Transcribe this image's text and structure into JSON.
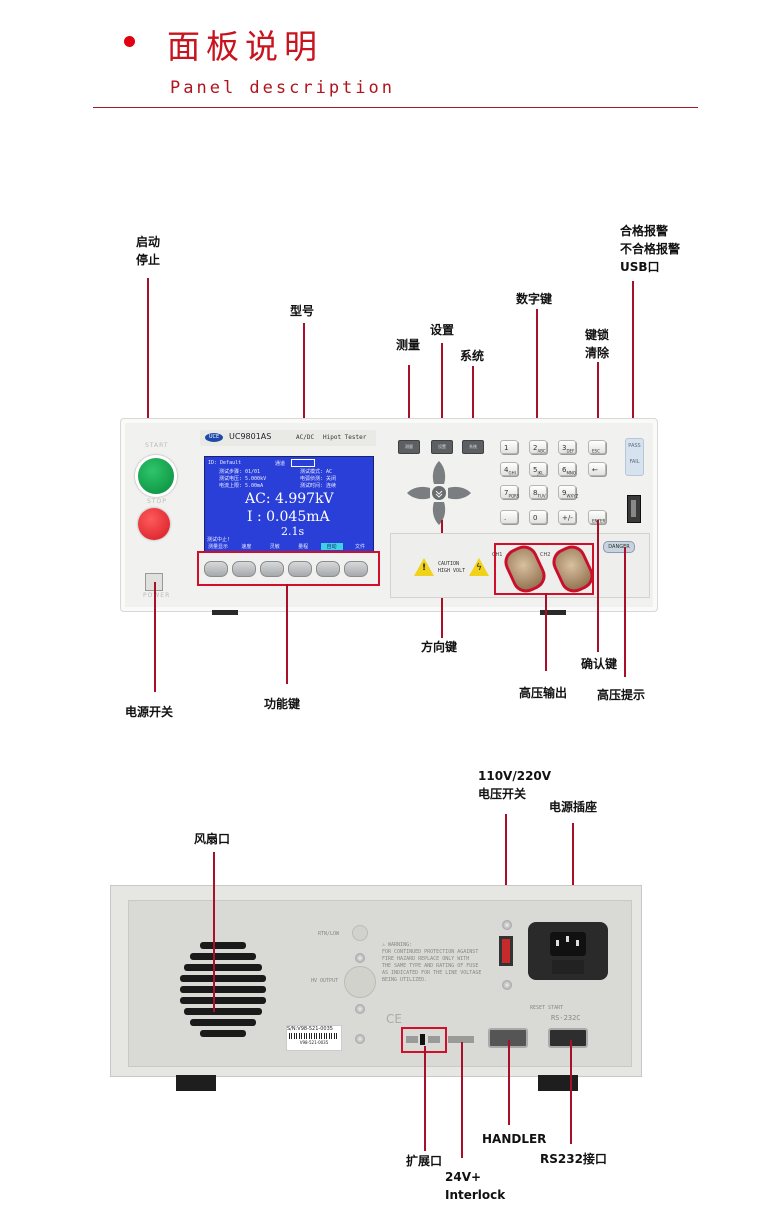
{
  "header": {
    "title_cn": "面板说明",
    "title_en": "Panel description",
    "accent_color": "#c8141e"
  },
  "front_panel": {
    "labels": {
      "start_stop": [
        "启动",
        "停止"
      ],
      "model": "型号",
      "measure": "测量",
      "setup": "设置",
      "system": "系统",
      "numeric_keys": "数字键",
      "lock_clear": [
        "键锁",
        "清除"
      ],
      "pass_fail_usb": [
        "合格报警",
        "不合格报警",
        "USB口"
      ],
      "direction_keys": "方向键",
      "confirm_key": "确认键",
      "hv_output": "高压输出",
      "hv_indicator": "高压提示",
      "power_switch": "电源开关",
      "function_keys": "功能键"
    },
    "device": {
      "brand": "UCE",
      "model_name": "UC9801AS",
      "type": "AC/DC",
      "subtitle": "Hipot Tester",
      "start_caption": "START",
      "stop_caption": "STOP",
      "power_caption": "POWER",
      "pass": "PASS",
      "fail": "FAIL",
      "caution": [
        "CAUTION",
        "HIGH VOLT"
      ],
      "ch1": "CH1",
      "ch2": "CH2",
      "danger": "DANGER"
    },
    "screen": {
      "header_left": "ID: Default",
      "header_mid": "通道",
      "row1": [
        "测试步骤: 01/01",
        "测试模式: AC"
      ],
      "row2": [
        "测试电压: 5.000kV",
        "电弧侦测: 关闭"
      ],
      "row3": [
        "电流上限: 5.00mA",
        "测试时间: 连续"
      ],
      "voltage": "AC: 4.997kV",
      "current": "I : 0.045mA",
      "time": "2.1s",
      "status": "测试中止!",
      "softkeys": [
        "测量显示",
        "速度",
        "灵敏",
        "量程",
        "自动",
        "文件"
      ]
    },
    "measure_keys": [
      "测量",
      "设置",
      "系统"
    ],
    "numpad": [
      {
        "main": "1",
        "sub": ""
      },
      {
        "main": "2",
        "sub": "ABC"
      },
      {
        "main": "3",
        "sub": "DEF"
      },
      {
        "main": "",
        "sub": "ESC"
      },
      {
        "main": "4",
        "sub": "GHI"
      },
      {
        "main": "5",
        "sub": "JKL"
      },
      {
        "main": "6",
        "sub": "MNO"
      },
      {
        "main": "←",
        "sub": ""
      },
      {
        "main": "7",
        "sub": "PQRS"
      },
      {
        "main": "8",
        "sub": "TUV"
      },
      {
        "main": "9",
        "sub": "WXYZ"
      },
      {
        "main": ".",
        "sub": ""
      },
      {
        "main": "0",
        "sub": ""
      },
      {
        "main": "+/-",
        "sub": ""
      },
      {
        "main": "",
        "sub": "ENTER"
      }
    ]
  },
  "rear_panel": {
    "labels": {
      "fan": "风扇口",
      "voltage_switch": [
        "110V/220V",
        "电压开关"
      ],
      "power_socket": "电源插座",
      "handler": "HANDLER",
      "expansion": "扩展口",
      "interlock": [
        "24V+",
        "Interlock"
      ],
      "rs232": "RS232接口"
    },
    "device": {
      "serial": "S/N:V98-521-0035",
      "serial_small": "V98-521-0035",
      "rtn_low": "RTN/LOW",
      "hv_output": "HV OUTPUT",
      "warning_title": "⚠ WARNING:",
      "warning_lines": [
        "FOR CONTINUED PROTECTION AGAINST",
        "FIRE HAZARD REPLACE ONLY WITH",
        "THE SAME TYPE AND RATING OF FUSE",
        "AS INDICATED FOR THE LINE VOLTAGE",
        "BEING UTILIZED."
      ],
      "ce": "CE",
      "rs232_port": "RS-232C",
      "handler_caption": "RESET START"
    }
  }
}
